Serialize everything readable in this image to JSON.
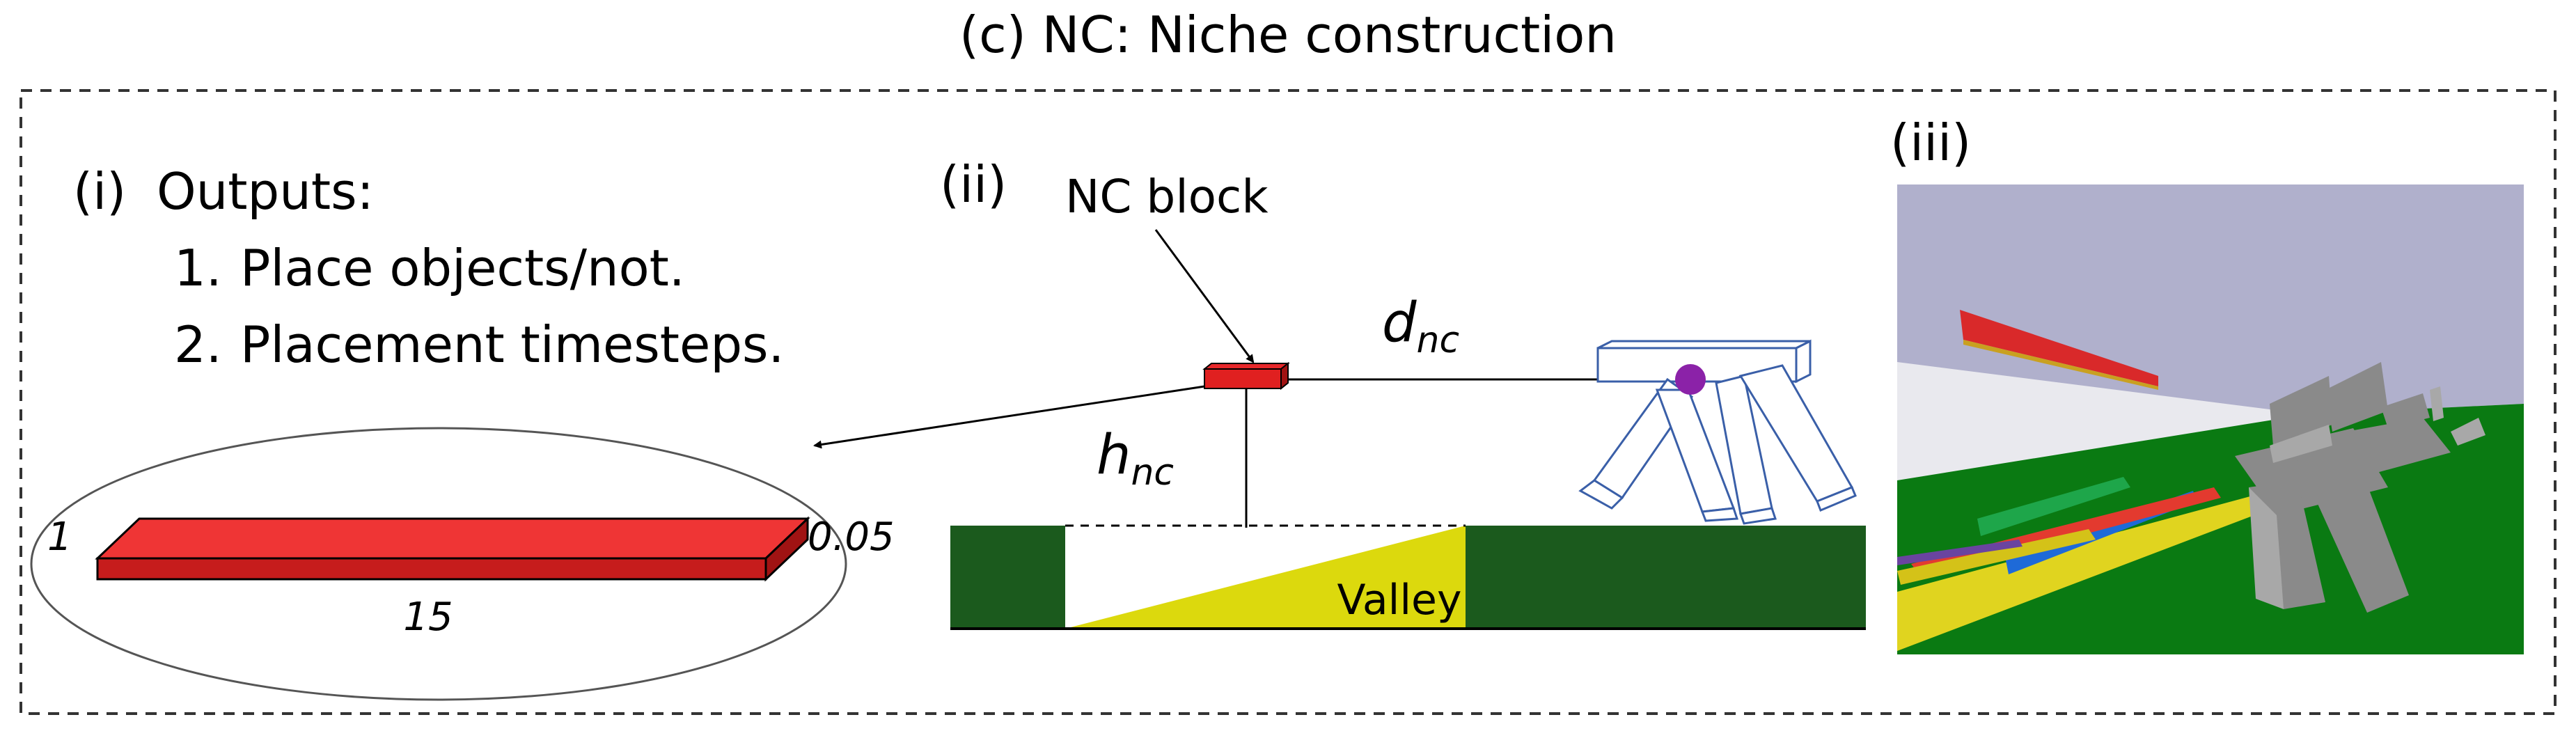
{
  "title": "(c) NC: Niche construction",
  "panel_i": {
    "label": "(i)",
    "heading": "Outputs:",
    "items": [
      {
        "num": "1.",
        "text": "Place objects/not."
      },
      {
        "num": "2.",
        "text": "Placement timesteps."
      }
    ],
    "block_dims": {
      "left": "1",
      "right": "0.05",
      "bottom": "15"
    }
  },
  "panel_ii": {
    "label": "(ii)",
    "block_label": "NC block",
    "distance_symbol": {
      "base": "d",
      "sub": "nc"
    },
    "height_symbol": {
      "base": "h",
      "sub": "nc"
    },
    "valley_label": "Valley"
  },
  "panel_iii": {
    "label": "(iii)"
  },
  "colors": {
    "block_red": "#e8282b",
    "ground_green": "#1b5a1d",
    "valley_yellow": "#dcd90d",
    "agent_purple": "#8b22a8",
    "sky": "#b0b0cc",
    "grass": "#0a7a12"
  }
}
